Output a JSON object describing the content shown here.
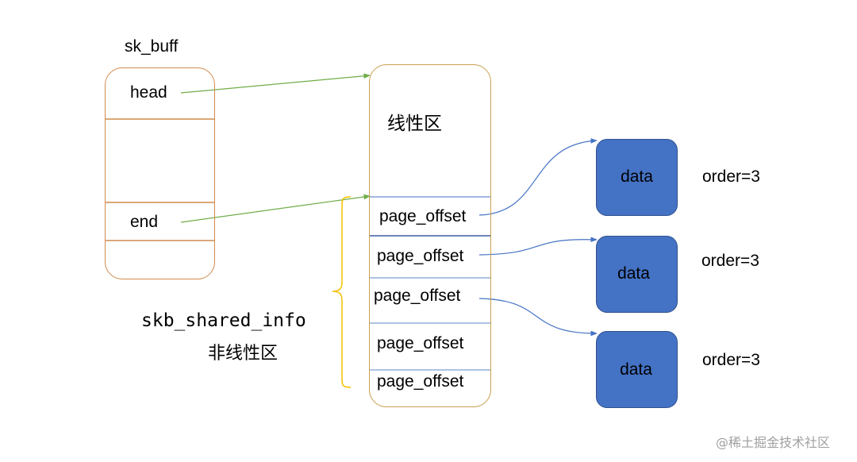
{
  "sk_buff": {
    "title": "sk_buff",
    "fields": [
      "head",
      "end"
    ]
  },
  "linear_region": {
    "label": "线性区",
    "slots": [
      "page_offset",
      "page_offset",
      "page_offset",
      "page_offset",
      "page_offset"
    ]
  },
  "shared_info": {
    "name": "skb_shared_info",
    "subtitle": "非线性区"
  },
  "pages": [
    {
      "label": "data",
      "order": "order=3"
    },
    {
      "label": "data",
      "order": "order=3"
    },
    {
      "label": "data",
      "order": "order=3"
    }
  ],
  "watermark": "@稀土掘金技术社区",
  "colors": {
    "sk_buff_border": "#d08a4e",
    "linear_border": "#c9a050",
    "divider": "#d08a4e",
    "slot_divider_first": "#4472c4",
    "slot_divider": "#5b87c8",
    "data_fill": "#4472c4",
    "data_border": "#2f528f",
    "arrow_green": "#70ad47",
    "arrow_blue": "#4472c4",
    "bracket": "#f2c200"
  }
}
